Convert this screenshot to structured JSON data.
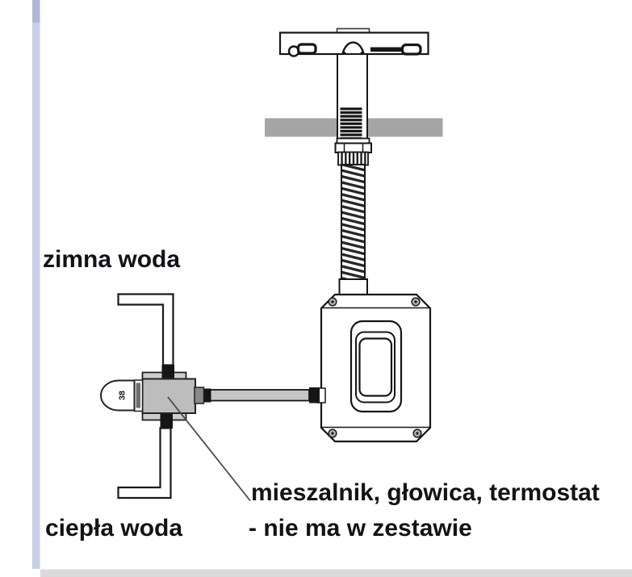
{
  "diagram": {
    "title_hint": "faucet installation diagram",
    "labels": {
      "cold_water": "zimna woda",
      "warm_water": "ciepła woda",
      "mixer_note_line1": "mieszalnik, głowica, termostat",
      "mixer_note_line2": "- nie ma w zestawie",
      "knob_value": "38"
    },
    "colors": {
      "countertop_gray": "#a5a5a5",
      "pipe_gray": "#c4c4c4",
      "mixer_body_gray": "#bdbdbd",
      "mixer_flange_gray": "#cdcdcd",
      "port_dark_gray": "#8a8a8a",
      "fitting_black": "#151515",
      "outline_black": "#161616",
      "left_border_strip": "#c9cfe6",
      "left_border_strip_top": "#aeb7d4",
      "bottom_strip": "#dadada",
      "text_color": "#121217"
    }
  }
}
